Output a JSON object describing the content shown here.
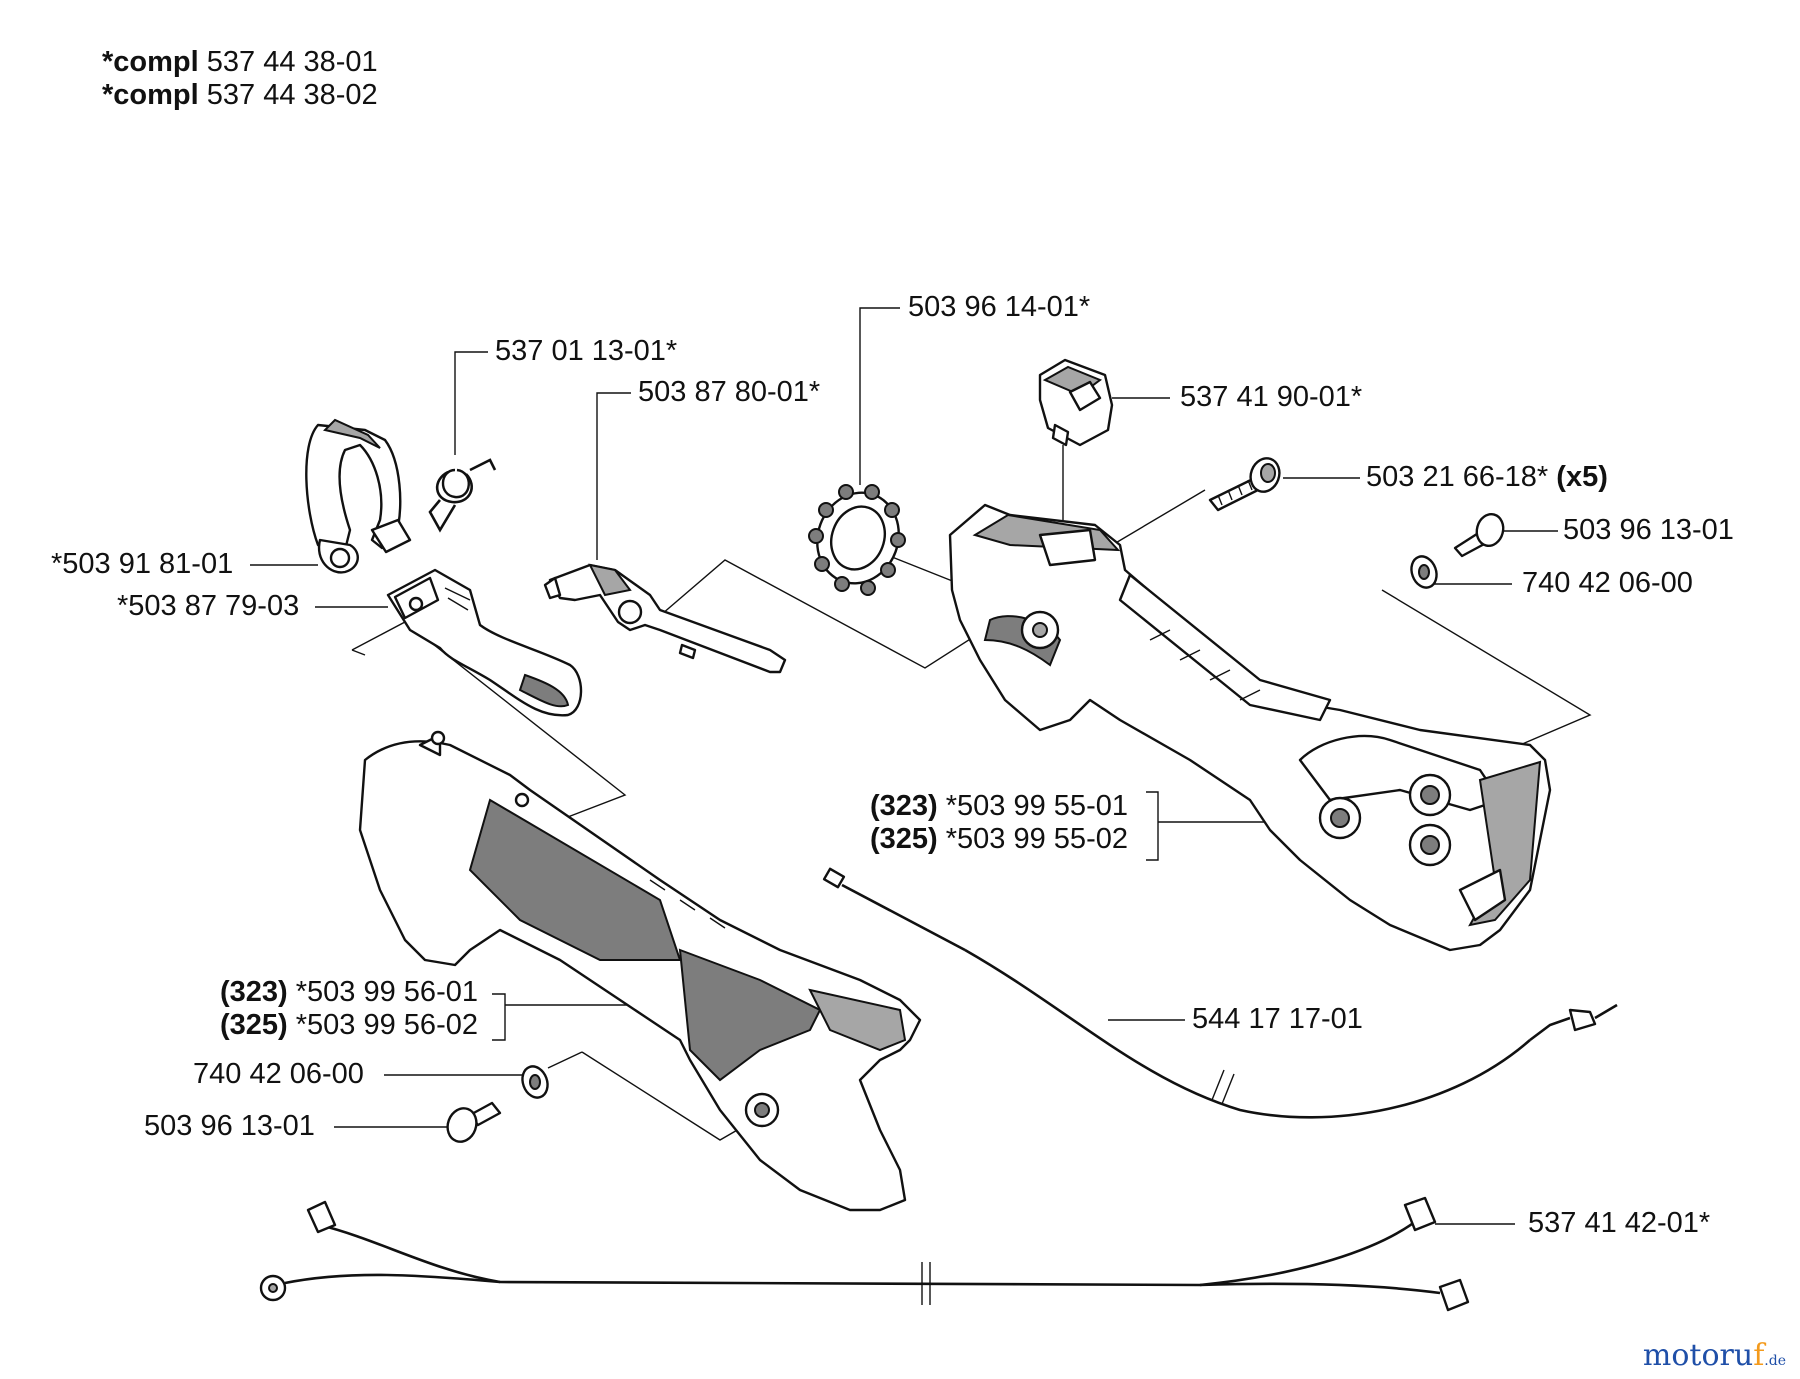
{
  "header": {
    "line1": {
      "prefix": "*compl",
      "number": "537 44 38-01"
    },
    "line2": {
      "prefix": "*compl",
      "number": "537 44 38-02"
    }
  },
  "labels": {
    "p_503961401": "503 96 14-01*",
    "p_537011301": "537 01 13-01*",
    "p_503878001": "503 87 80-01*",
    "p_537419001": "537 41 90-01*",
    "p_503216618": {
      "number": "503 21 66-18*",
      "qty": "(x5)"
    },
    "p_503961301_r": "503 96 13-01",
    "p_740420600_r": "740 42 06-00",
    "p_503918101": "*503 91 81-01",
    "p_503877903": "*503 87 79-03",
    "p_323_right": {
      "code": "(323)",
      "number": "*503 99 55-01"
    },
    "p_325_right": {
      "code": "(325)",
      "number": "*503 99 55-02"
    },
    "p_323_left": {
      "code": "(323)",
      "number": "*503 99 56-01"
    },
    "p_325_left": {
      "code": "(325)",
      "number": "*503 99 56-02"
    },
    "p_544171701": "544 17 17-01",
    "p_740420600_l": "740 42 06-00",
    "p_503961301_l": "503 96 13-01",
    "p_537414201": "537 41 42-01*"
  },
  "watermark": {
    "main": "motoru",
    "accent": "f",
    "suffix": ".de"
  },
  "icons": [
    "handle-clamp-icon",
    "spring-icon",
    "throttle-lever-icon",
    "trigger-lock-icon",
    "damper-ring-icon",
    "stop-switch-icon",
    "screw-icon",
    "washer-icon",
    "handle-half-right-icon",
    "handle-half-left-icon",
    "throttle-cable-icon",
    "wiring-harness-icon"
  ]
}
